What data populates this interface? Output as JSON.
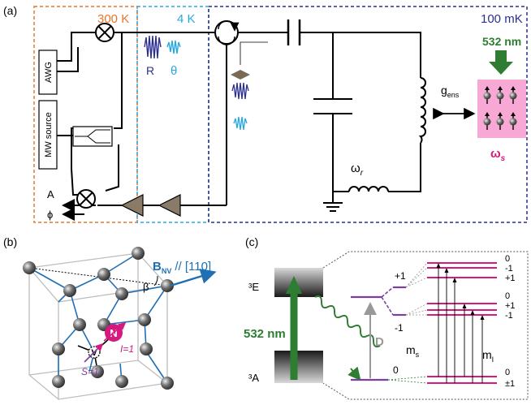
{
  "panel_a": {
    "label": "(a)",
    "temp_300k": "300 K",
    "temp_4k": "4 K",
    "temp_100mk": "100 mK",
    "awg": "AWG",
    "mw_source": "MW source",
    "pulse_r": "R",
    "pulse_theta": "θ",
    "laser": "532 nm",
    "g_main": "g",
    "g_sub": "ens",
    "omega_r_main": "ω",
    "omega_r_sub": "r",
    "omega_s_main": "ω",
    "omega_s_sub": "s",
    "out_a": "A",
    "out_phi": "ϕ",
    "colors": {
      "orange": "#e8762c",
      "cyan": "#29a8df",
      "navy": "#2b2f8f",
      "green": "#2e7d32",
      "magenta": "#d6197e",
      "pink": "#f7a8d4"
    }
  },
  "panel_b": {
    "label": "(b)",
    "b_main": "B",
    "b_sub": "NV",
    "b_dir": "// [110]",
    "beta": "β",
    "n": "N",
    "v": "V",
    "i_eq": "I=1",
    "s_eq": "S=1"
  },
  "panel_c": {
    "label": "(c)",
    "e_state": "³E",
    "a_state": "³A",
    "laser": "532 nm",
    "d_label": "D",
    "ms_main": "m",
    "ms_sub": "s",
    "mi_main": "m",
    "mi_sub": "I",
    "ms_plus1": "+1",
    "ms_minus1": "-1",
    "ms_0": "0",
    "mi_top": [
      "0",
      "-1",
      "+1"
    ],
    "mi_mid": [
      "0",
      "+1",
      "-1"
    ],
    "mi_bot": [
      "0",
      "±1"
    ]
  }
}
